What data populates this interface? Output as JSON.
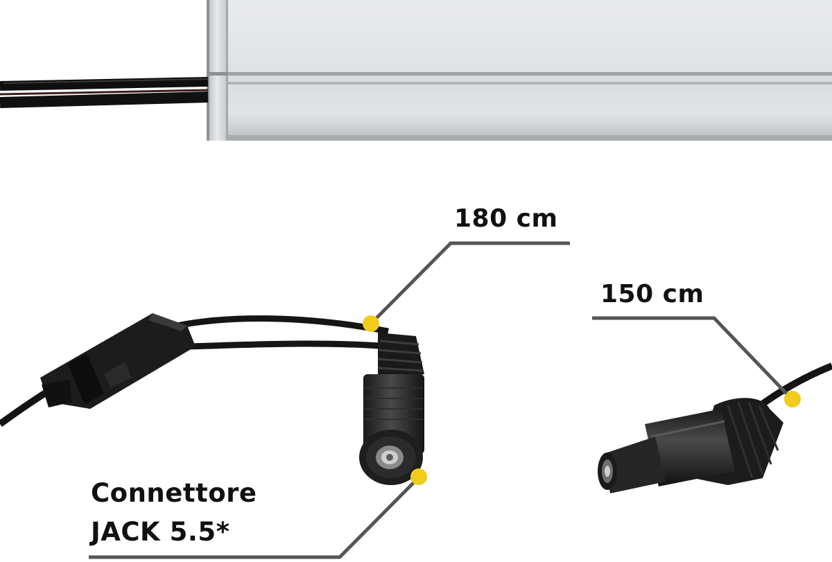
{
  "annotations": {
    "cable_length_1": "180 cm",
    "cable_length_2": "150 cm",
    "connector_line1": "Connettore",
    "connector_line2": "JACK 5.5*"
  },
  "colors": {
    "marker_dot": "#f2cc1c",
    "leader_line": "#555555",
    "text": "#111111",
    "background": "#ffffff"
  }
}
